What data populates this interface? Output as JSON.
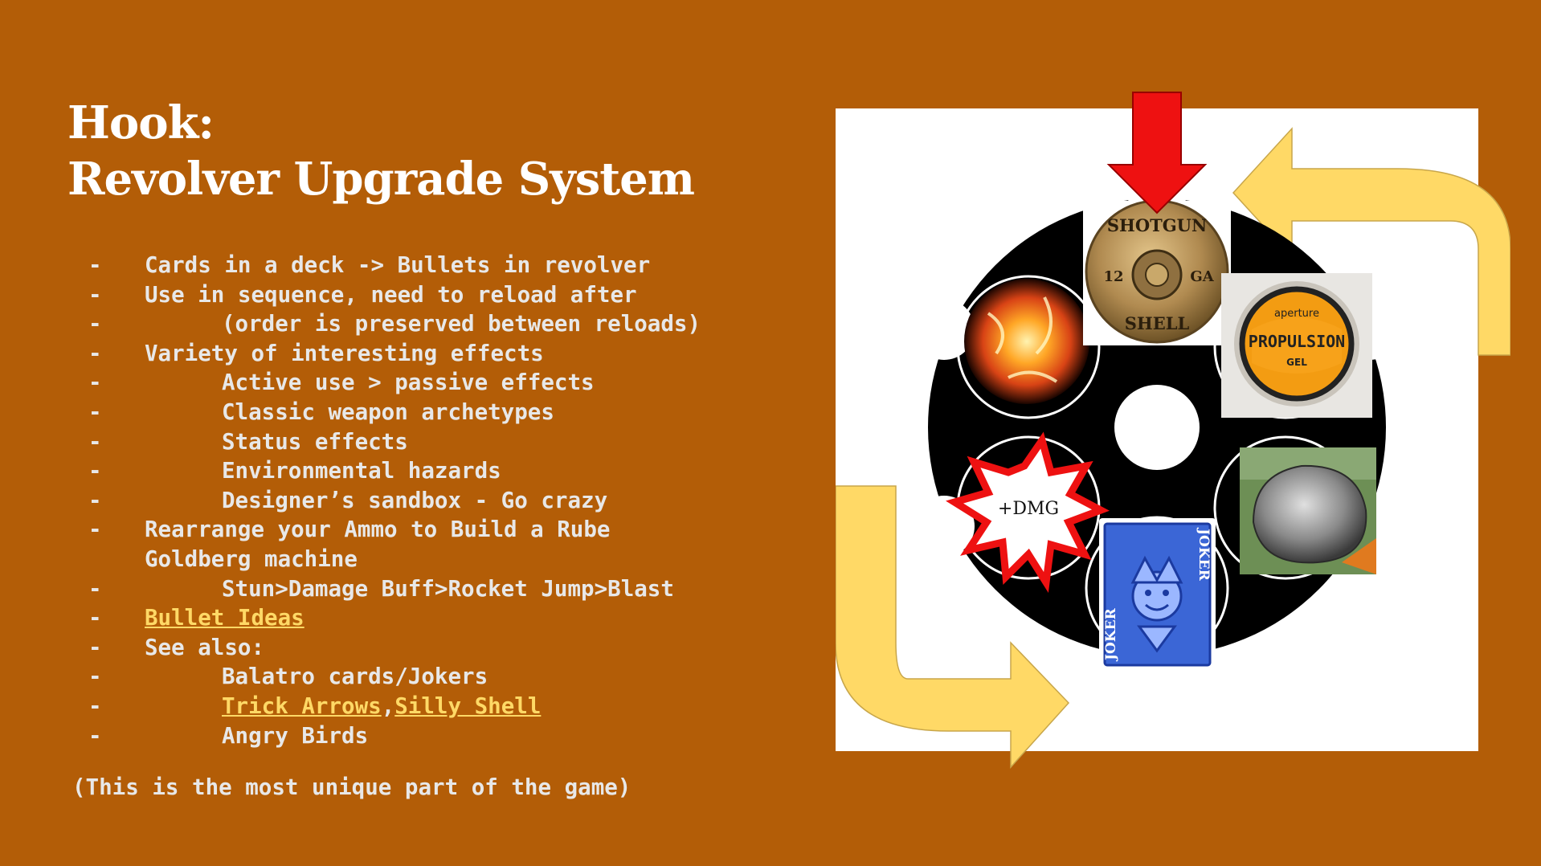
{
  "slide": {
    "title_line1": "Hook:",
    "title_line2": "Revolver Upgrade System",
    "bullets": [
      {
        "text": "Cards in a deck -> Bullets in revolver"
      },
      {
        "text": "Use in sequence, need to reload after"
      },
      {
        "text": "(order is preserved between reloads)"
      },
      {
        "text": "Variety of interesting effects"
      },
      {
        "text": "Active use > passive effects"
      },
      {
        "text": "Classic weapon archetypes"
      },
      {
        "text": "Status effects"
      },
      {
        "text": "Environmental hazards"
      },
      {
        "text": "Designer’s sandbox - Go crazy"
      },
      {
        "text": "Rearrange your Ammo to Build a Rube"
      },
      {
        "text": "Goldberg machine"
      },
      {
        "text": "Stun>Damage Buff>Rocket Jump>Blast"
      },
      {
        "text": "Bullet Ideas"
      },
      {
        "text": "See also:"
      },
      {
        "text": "Balatro cards/Jokers"
      },
      {
        "text": "Trick Arrows",
        "link2": "Silly Shell",
        "separator": ","
      },
      {
        "text": "Angry Birds"
      }
    ],
    "dash": "-",
    "footer": "(This is the most unique part of the game)"
  },
  "diagram": {
    "shotgun_top": "SHOTGUN",
    "shotgun_bottom": "SHELL",
    "shotgun_gauge_left": "12",
    "shotgun_gauge_right": "GA",
    "aperture_brand": "aperture",
    "aperture_label": "PROPULSION",
    "aperture_sub": "GEL",
    "dmg_label": "+DMG",
    "joker_top": "JOKER",
    "joker_bottom": "JOKER",
    "colors": {
      "background": "#b35d07",
      "arrow_red": "#ee1111",
      "arrow_yellow": "#ffd966",
      "link": "#ffd966",
      "cylinder": "#000000"
    }
  }
}
